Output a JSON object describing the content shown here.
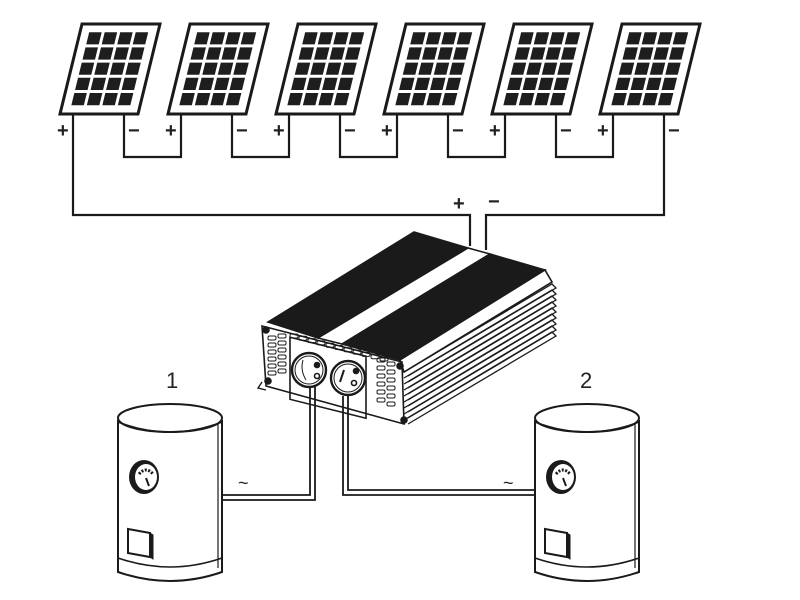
{
  "diagram": {
    "title": "Solar panel array feeding inverter powering two water heaters",
    "colors": {
      "line": "#1a1a1a",
      "cell": "#1e1e1e",
      "background": "#ffffff"
    },
    "panels": {
      "count": 6,
      "cell_columns": 4,
      "cell_rows": 5,
      "items": [
        {
          "id": "panel-1",
          "plus_label": "+",
          "minus_label": "−"
        },
        {
          "id": "panel-2",
          "plus_label": "+",
          "minus_label": "−"
        },
        {
          "id": "panel-3",
          "plus_label": "+",
          "minus_label": "−"
        },
        {
          "id": "panel-4",
          "plus_label": "+",
          "minus_label": "−"
        },
        {
          "id": "panel-5",
          "plus_label": "+",
          "minus_label": "−"
        },
        {
          "id": "panel-6",
          "plus_label": "+",
          "minus_label": "−"
        }
      ],
      "connection": "series"
    },
    "inverter": {
      "input_plus_label": "+",
      "input_minus_label": "−",
      "outlets": 2
    },
    "heaters": [
      {
        "id": "heater-1",
        "label": "1",
        "supply_label": "~"
      },
      {
        "id": "heater-2",
        "label": "2",
        "supply_label": "~"
      }
    ]
  }
}
